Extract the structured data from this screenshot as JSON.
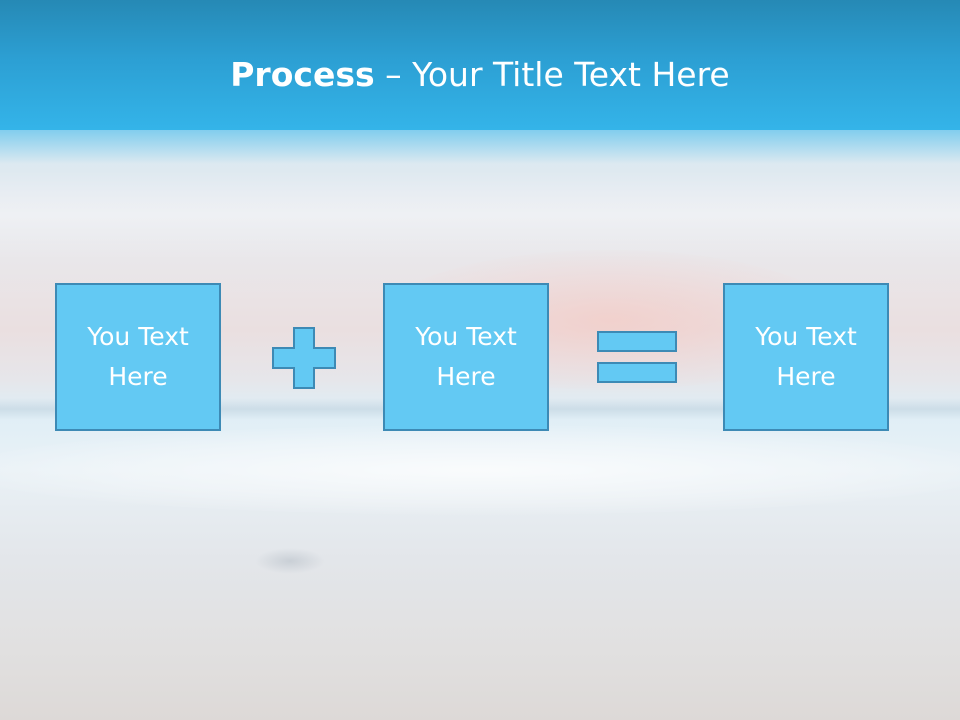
{
  "slide": {
    "title_bold": "Process",
    "title_rest": " – Your Title Text Here",
    "boxes": [
      {
        "text": "You Text Here"
      },
      {
        "text": "You Text Here"
      },
      {
        "text": "You Text Here"
      }
    ],
    "operators": [
      "plus-icon",
      "equals-icon"
    ],
    "colors": {
      "header": "#2c9fd3",
      "box_fill": "#63c9f3",
      "box_border": "#3d8ab5",
      "text": "#ffffff"
    }
  }
}
